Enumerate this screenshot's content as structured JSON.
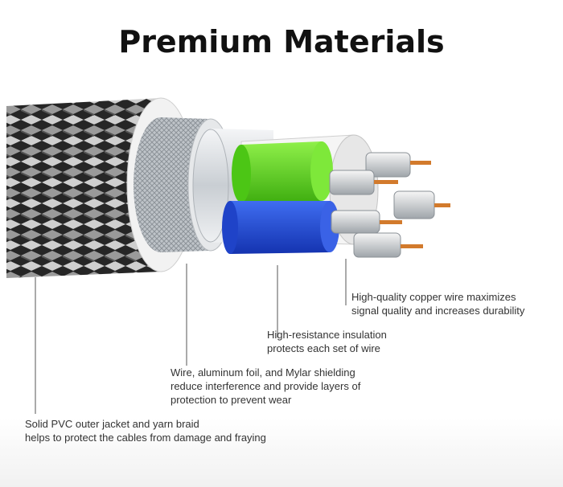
{
  "title": "Premium Materials",
  "callouts": [
    {
      "id": "copper",
      "text": "High-quality copper wire maximizes\nsignal quality and increases durability"
    },
    {
      "id": "insulation",
      "text": "High-resistance insulation\nprotects each set of wire"
    },
    {
      "id": "shielding",
      "text": "Wire, aluminum foil, and Mylar shielding\nreduce interference and provide layers of\nprotection to prevent wear"
    },
    {
      "id": "jacket",
      "text": "Solid PVC outer jacket and yarn braid\nhelps to protect the cables from damage and fraying"
    }
  ],
  "colors": {
    "braid_dark": "#2b2b2b",
    "braid_light": "#bdbdbd",
    "shield_mesh": "#c8ccd0",
    "foil": "#dfe2e6",
    "insulation_green": "#5fd11f",
    "insulation_blue": "#1f49d8",
    "copper": "#d27a2c",
    "leader_line": "#555555"
  }
}
